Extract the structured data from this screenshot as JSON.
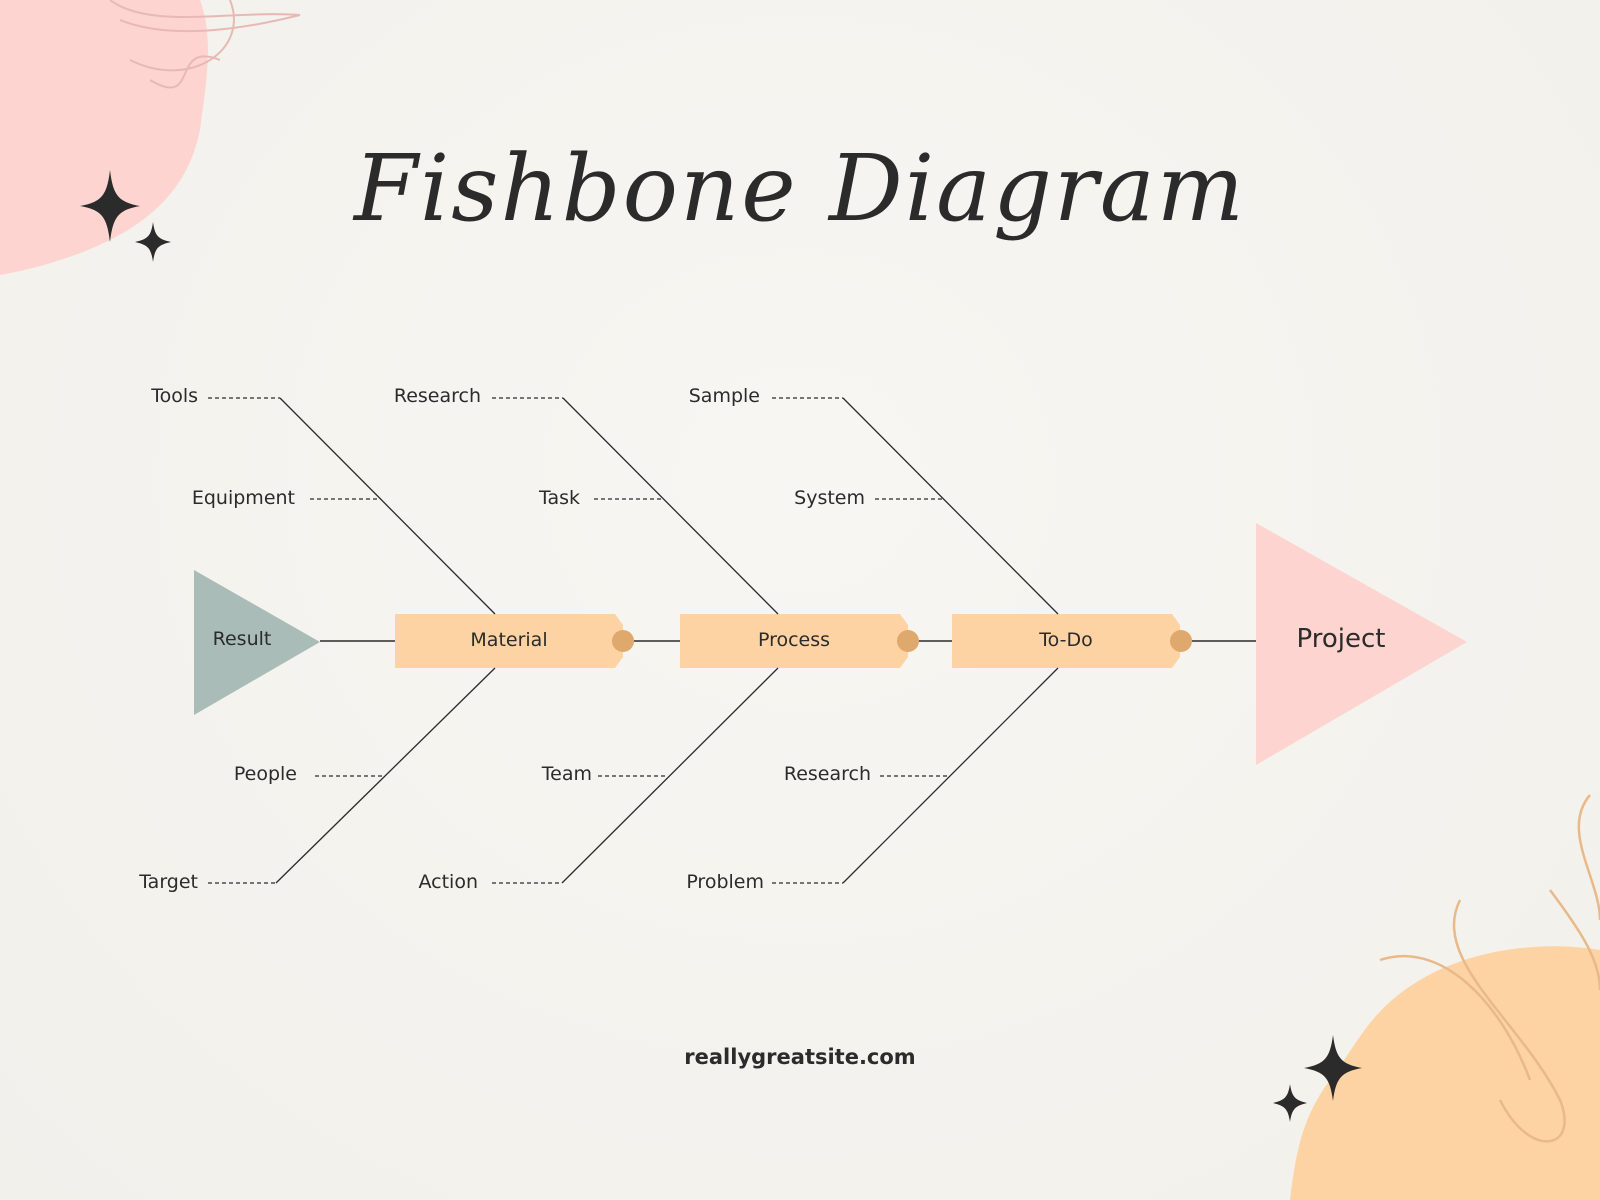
{
  "title": "Fishbone Diagram",
  "head_label": "Project",
  "tail_label": "Result",
  "categories": [
    "Material",
    "Process",
    "To-Do"
  ],
  "causes": {
    "material_top": [
      "Tools",
      "Equipment"
    ],
    "material_bottom": [
      "People",
      "Target"
    ],
    "process_top": [
      "Research",
      "Task"
    ],
    "process_bottom": [
      "Team",
      "Action"
    ],
    "todo_top": [
      "Sample",
      "System"
    ],
    "todo_bottom": [
      "Research",
      "Problem"
    ]
  },
  "footer": "reallygreatsite.com",
  "colors": {
    "background": "#f5f3ee",
    "box": "#fdd3a3",
    "connector_dot": "#dfa86c",
    "head": "#fdd4d0",
    "tail": "#a9bcb7",
    "blob_pink": "#fdd4d0",
    "blob_orange": "#fdd3a3",
    "ink": "#2b2b2b"
  }
}
